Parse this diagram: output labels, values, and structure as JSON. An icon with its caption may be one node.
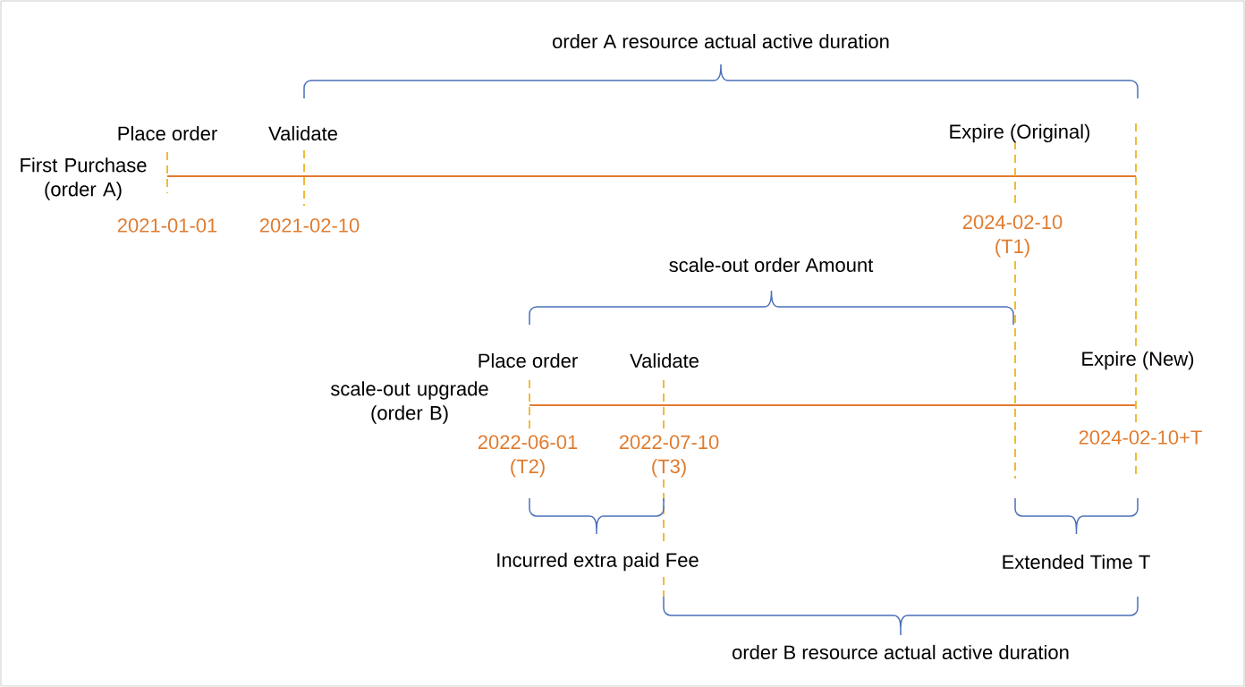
{
  "diagram": {
    "labels": [
      "order A resource actual active duration",
      "Place order",
      "Validate",
      "Expire (Original)",
      "First Purchase (order A)",
      "2021-01-01",
      "2021-02-10",
      "2024-02-10 (T1)",
      "scale-out order Amount",
      "Place order",
      "Validate",
      "Expire (New)",
      "scale-out upgrade (order B)",
      "2022-06-01 (T2)",
      "2022-07-10 (T3)",
      "2024-02-10+T",
      "Incurred extra paid Fee",
      "Extended Time T",
      "order B resource actual active duration"
    ]
  }
}
